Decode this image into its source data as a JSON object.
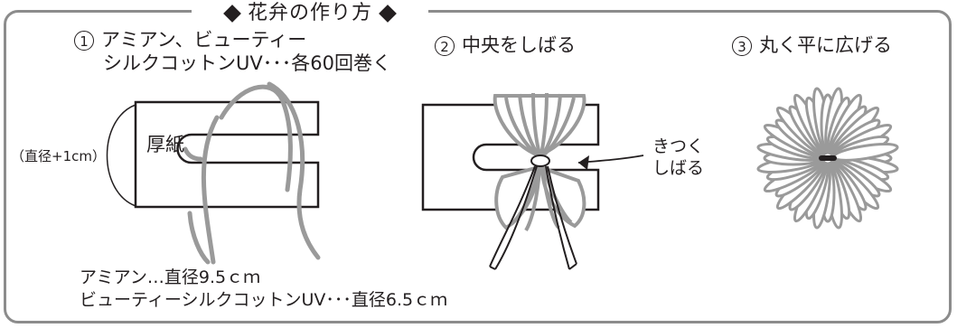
{
  "title": "花弁の作り方",
  "step1": {
    "number": "1",
    "line1": "アミアン、ビューティー",
    "line2": "シルクコットンUV･･･各60回巻く"
  },
  "step2": {
    "number": "2",
    "label": "中央をしばる"
  },
  "step3": {
    "number": "3",
    "label": "丸く平に広げる"
  },
  "diameter_note": "（直径+1cm）",
  "card_label": "厚紙",
  "tie_note": {
    "line1": "きつく",
    "line2": "しばる"
  },
  "bottom_note": {
    "line1": "アミアン…直径9.5ｃｍ",
    "line2": "ビューティーシルクコットンUV･･･直径6.5ｃｍ"
  },
  "colors": {
    "border": "#8c8c8c",
    "ink": "#231f20",
    "yarn": "#9a9a9a"
  }
}
